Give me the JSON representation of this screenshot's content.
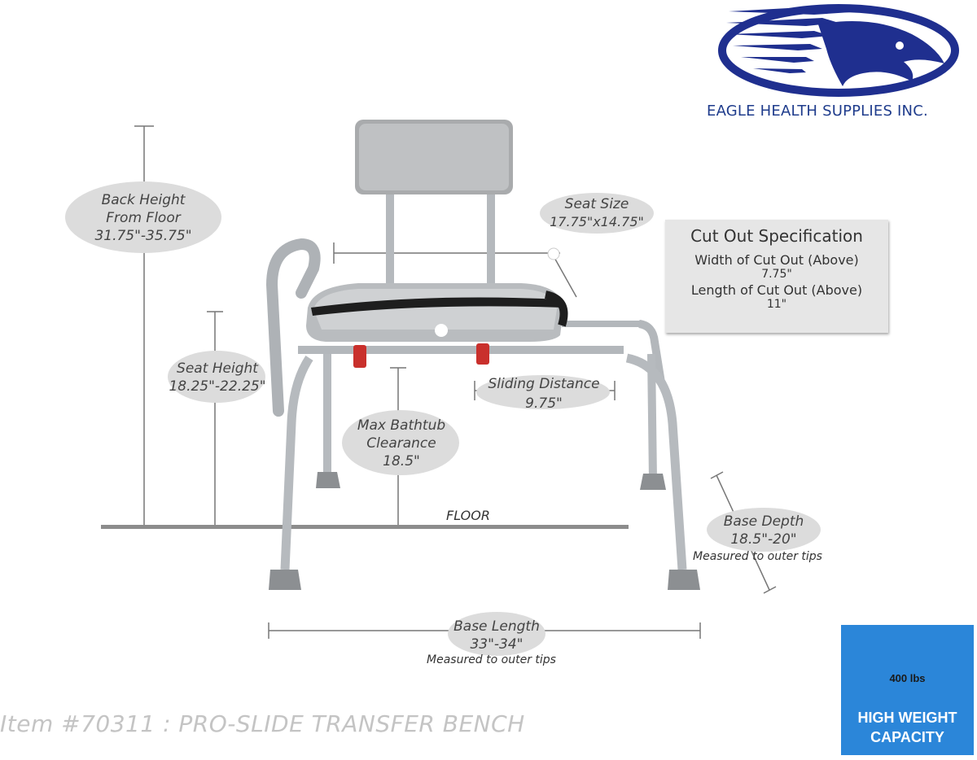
{
  "brand": {
    "logo_icon": "eagle-head-logo",
    "company_name": "EAGLE HEALTH SUPPLIES INC.",
    "logo_color": "#1f2f8f"
  },
  "dimensions": {
    "back_height": {
      "label_line1": "Back Height",
      "label_line2": "From Floor",
      "value": "31.75\"-35.75\""
    },
    "seat_size": {
      "label": "Seat Size",
      "value": "17.75\"x14.75\""
    },
    "seat_height": {
      "label": "Seat Height",
      "value": "18.25\"-22.25\""
    },
    "sliding_distance": {
      "label": "Sliding Distance",
      "value": "9.75\""
    },
    "max_bathtub_clearance": {
      "label_line1": "Max Bathtub",
      "label_line2": "Clearance",
      "value": "18.5\""
    },
    "base_depth": {
      "label": "Base Depth",
      "value": "18.5\"-20\"",
      "note": "Measured to outer tips"
    },
    "base_length": {
      "label": "Base Length",
      "value": "33\"-34\"",
      "note": "Measured to outer tips"
    }
  },
  "cut_out": {
    "title": "Cut Out Specification",
    "width_label": "Width of Cut Out (Above)",
    "width_value": "7.75\"",
    "length_label": "Length of Cut Out (Above)",
    "length_value": "11\""
  },
  "floor_label": "FLOOR",
  "product_title": "Item #70311 : PRO-SLIDE TRANSFER BENCH",
  "capacity_badge": {
    "weight": "400 lbs",
    "line1": "HIGH WEIGHT",
    "line2": "CAPACITY",
    "icon": "weight-icon",
    "bg_color": "#2b86d9"
  }
}
